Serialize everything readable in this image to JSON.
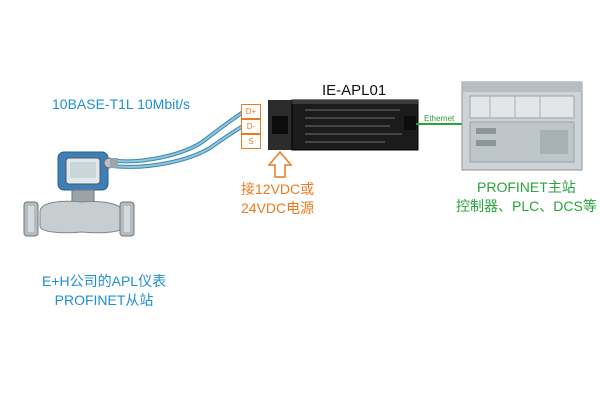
{
  "title": "IE-APL01",
  "cable_label": "10BASE-T1L  10Mbit/s",
  "terminals": [
    "D+",
    "D-",
    "S"
  ],
  "power_note": [
    "接12VDC或",
    "24VDC电源"
  ],
  "ethernet_label": "Ethernet",
  "profinet_master": [
    "PROFINET主站",
    "控制器、PLC、DCS等"
  ],
  "device_caption": [
    "E+H公司的APL仪表",
    "PROFINET从站"
  ],
  "colors": {
    "blue_text": "#1e8fd6",
    "orange": "#ec7a20",
    "green": "#2aa33b",
    "cable": "#5aa6c8"
  }
}
